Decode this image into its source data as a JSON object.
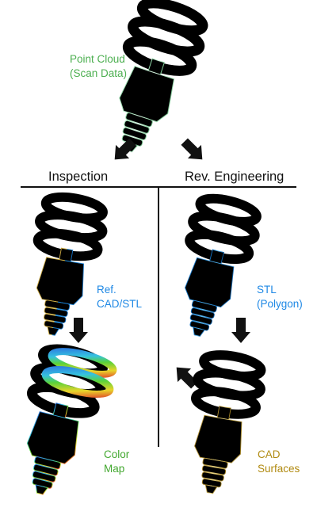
{
  "labels": {
    "point_cloud": [
      "Point Cloud",
      "(Scan Data)"
    ],
    "inspection": "Inspection",
    "rev_engineering": "Rev. Engineering",
    "ref_cad_stl": [
      "Ref.",
      "CAD/STL"
    ],
    "color_map": [
      "Color",
      "Map"
    ],
    "stl_polygon": [
      "STL",
      "(Polygon)"
    ],
    "cad_surfaces": [
      "CAD",
      "Surfaces"
    ]
  },
  "colors": {
    "point_cloud": "#4caf50",
    "blue": "#1e88e5",
    "gold": "#b08a10",
    "green": "#43a830"
  },
  "icons": [
    "bulb-point-cloud-icon",
    "bulb-ref-cad-icon",
    "bulb-color-map-icon",
    "bulb-stl-icon",
    "bulb-cad-surfaces-icon",
    "arrow-down-left-icon",
    "arrow-down-right-icon",
    "arrow-down-icon",
    "arrow-up-left-icon"
  ]
}
